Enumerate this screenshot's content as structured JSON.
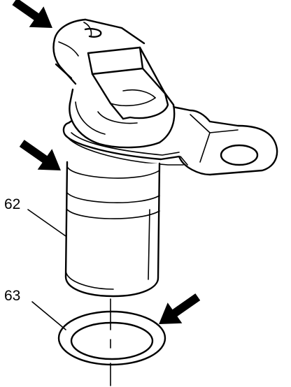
{
  "callouts": [
    {
      "id": "sensor",
      "text": "62"
    },
    {
      "id": "oring",
      "text": "63"
    }
  ],
  "arrows": [
    {
      "id": "connector",
      "icon": "arrow-icon"
    },
    {
      "id": "body",
      "icon": "arrow-icon"
    },
    {
      "id": "seal",
      "icon": "arrow-icon"
    }
  ],
  "colors": {
    "ink": "#000000",
    "paper": "#ffffff"
  }
}
